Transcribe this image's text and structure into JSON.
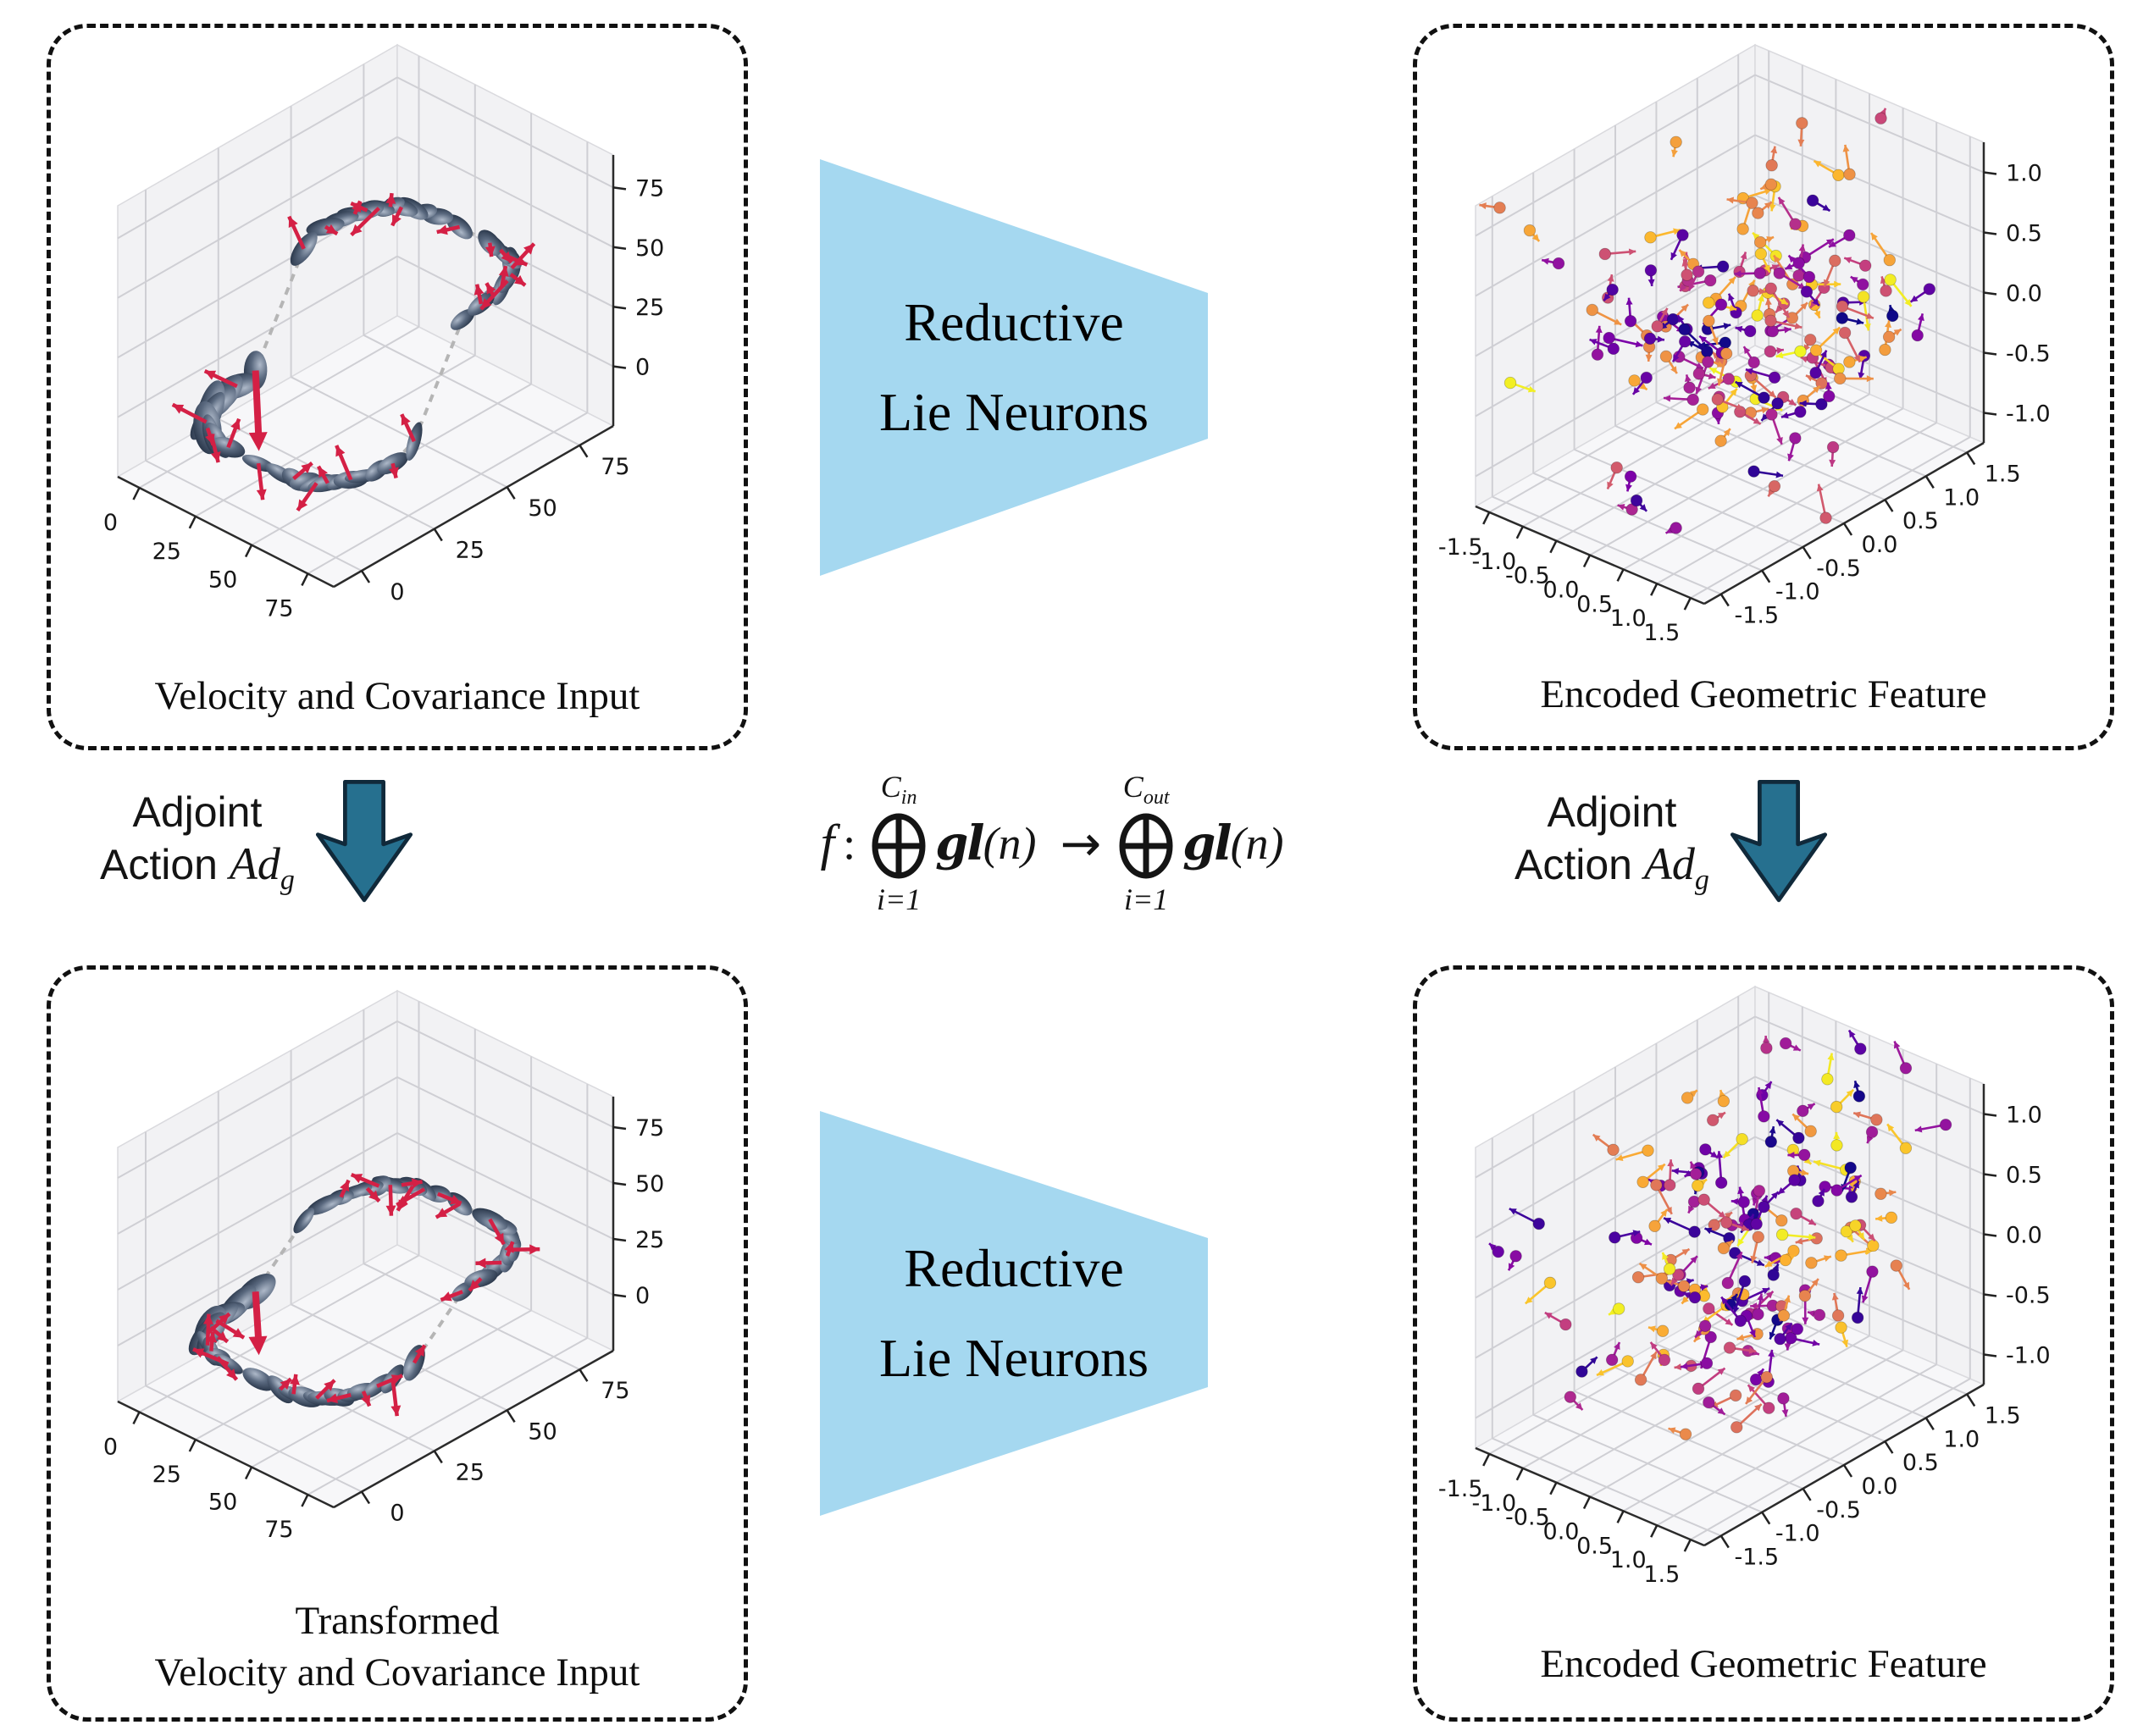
{
  "figure": {
    "panels": {
      "top_left": {
        "caption": "Velocity and Covariance Input",
        "x_ticks": [
          "0",
          "25",
          "50",
          "75"
        ],
        "y_ticks": [
          "0",
          "25",
          "50",
          "75"
        ],
        "z_ticks": [
          "0",
          "25",
          "50",
          "75"
        ]
      },
      "top_right": {
        "caption": "Encoded Geometric Feature",
        "x_ticks": [
          "-1.5",
          "-1.0",
          "-0.5",
          "0.0",
          "0.5",
          "1.0",
          "1.5"
        ],
        "y_ticks": [
          "-1.5",
          "-1.0",
          "-0.5",
          "0.0",
          "0.5",
          "1.0",
          "1.5"
        ],
        "z_ticks": [
          "-1.0",
          "-0.5",
          "0.0",
          "0.5",
          "1.0"
        ]
      },
      "bottom_left": {
        "caption_lines": [
          "Transformed",
          "Velocity and Covariance Input"
        ],
        "x_ticks": [
          "0",
          "25",
          "50",
          "75"
        ],
        "y_ticks": [
          "0",
          "25",
          "50",
          "75"
        ],
        "z_ticks": [
          "0",
          "25",
          "50",
          "75"
        ]
      },
      "bottom_right": {
        "caption": "Encoded Geometric Feature",
        "x_ticks": [
          "-1.5",
          "-1.0",
          "-0.5",
          "0.0",
          "0.5",
          "1.0",
          "1.5"
        ],
        "y_ticks": [
          "-1.5",
          "-1.0",
          "-0.5",
          "0.0",
          "0.5",
          "1.0",
          "1.5"
        ],
        "z_ticks": [
          "-1.0",
          "-0.5",
          "0.0",
          "0.5",
          "1.0"
        ]
      }
    },
    "encoders": {
      "top": {
        "lines": [
          "Reductive",
          "Lie Neurons"
        ]
      },
      "bottom": {
        "lines": [
          "Reductive",
          "Lie Neurons"
        ]
      }
    },
    "adjoint_left": {
      "line1": "Adjoint",
      "action_label": "Action",
      "math_main": "Ad",
      "math_sub": "g"
    },
    "adjoint_right": {
      "line1": "Adjoint",
      "action_label": "Action",
      "math_main": "Ad",
      "math_sub": "g"
    },
    "formula": {
      "map_name": "f",
      "colon": ":",
      "arrow": "→",
      "sums": [
        {
          "top_base": "C",
          "top_sub": "in",
          "bottom": "i=1",
          "operand_base": "gl",
          "operand_args": "(n)"
        },
        {
          "top_base": "C",
          "top_sub": "out",
          "bottom": "i=1",
          "operand_base": "gl",
          "operand_args": "(n)"
        }
      ]
    },
    "colors": {
      "encoder_fill": "#a5d8f0",
      "adjoint_arrow_fill": "#26708f",
      "adjoint_arrow_stroke": "#10293a",
      "velocity_arrow": "#d42045",
      "trajectory_dash": "#b5b5b5",
      "ellipsoid_dark": "#222f42",
      "pane_fill": "#f2f2f4",
      "grid_line": "#cfcfd4",
      "plasma_min": "#0d0887",
      "plasma_max": "#f0f921"
    }
  }
}
